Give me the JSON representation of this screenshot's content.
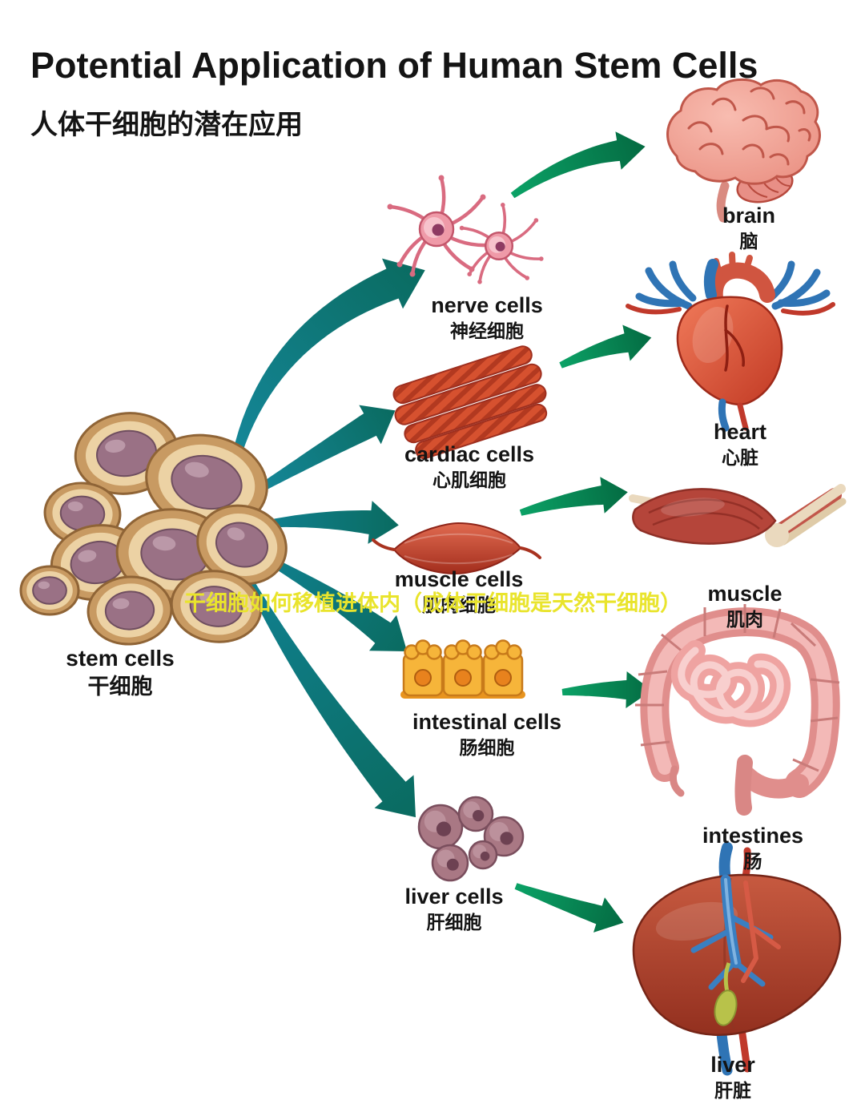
{
  "title": "Potential Application of Human Stem Cells",
  "subtitle": "人体干细胞的潜在应用",
  "watermark": "干细胞如何移植进体内（成体干细胞是天然干细胞）",
  "labels": {
    "stem": {
      "en": "stem cells",
      "zh": "干细胞"
    },
    "nerve": {
      "en": "nerve cells",
      "zh": "神经细胞"
    },
    "cardiac": {
      "en": "cardiac cells",
      "zh": "心肌细胞"
    },
    "muscle_cells": {
      "en": "muscle cells",
      "zh": "肌肉细胞"
    },
    "intestinal": {
      "en": "intestinal cells",
      "zh": "肠细胞"
    },
    "liver_cells": {
      "en": "liver cells",
      "zh": "肝细胞"
    },
    "brain": {
      "en": "brain",
      "zh": "脑"
    },
    "heart": {
      "en": "heart",
      "zh": "心脏"
    },
    "muscle": {
      "en": "muscle",
      "zh": "肌肉"
    },
    "intestines": {
      "en": "intestines",
      "zh": "肠"
    },
    "liver": {
      "en": "liver",
      "zh": "肝脏"
    }
  },
  "flow": [
    {
      "from": "stem cells",
      "cell": "nerve cells",
      "organ": "brain"
    },
    {
      "from": "stem cells",
      "cell": "cardiac cells",
      "organ": "heart"
    },
    {
      "from": "stem cells",
      "cell": "muscle cells",
      "organ": "muscle"
    },
    {
      "from": "stem cells",
      "cell": "intestinal cells",
      "organ": "intestines"
    },
    {
      "from": "stem cells",
      "cell": "liver cells",
      "organ": "liver"
    }
  ],
  "colors": {
    "arrow_teal": "#10808f",
    "arrow_green": "#0ba266",
    "watermark_yellow": "#e9e42c",
    "text_black": "#141414"
  }
}
